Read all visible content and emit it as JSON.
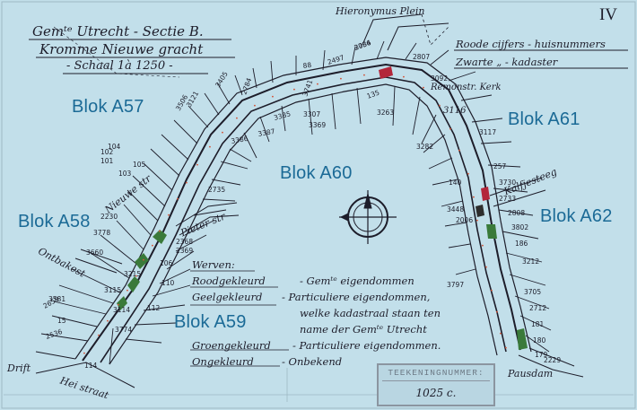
{
  "sheet_number": "IV",
  "title": {
    "line1": "Gemᵗᵉ Utrecht - Sectie B.",
    "line2": "Kromme Nieuwe gracht",
    "line3": "- Schaal 1à 1250 -"
  },
  "legend_top": {
    "red": "Roode cijfers - huisnummers",
    "black": "Zwarte  „  - kadaster"
  },
  "streets": {
    "hieronymus": "Hieronymus Plein",
    "pieter": "Pieter str",
    "ontbakes": "Ontbakest",
    "drift": "Drift",
    "hei": "Hei straat",
    "nieuw": "Nieuwe str",
    "paus": "Pausdam",
    "kalfje": "Kalfjesteeg",
    "remonstr": "Remonstr. Kerk",
    "kerk_no": "3116"
  },
  "blocks": [
    "Blok A57",
    "Blok A58",
    "Blok A59",
    "Blok A60",
    "Blok A61",
    "Blok A62"
  ],
  "werven": {
    "heading": "Werven:",
    "items": [
      {
        "color_label": "Roodgekleurd",
        "text": "- Gemᵗᵉ eigendommen"
      },
      {
        "color_label": "Geelgekleurd",
        "text": "- Particuliere eigendommen,"
      },
      {
        "color_label": "",
        "text": "welke kadastraal staan ten"
      },
      {
        "color_label": "",
        "text": "name der Gemᵗᵉ Utrecht"
      },
      {
        "color_label": "Groengekleurd",
        "text": "- Particuliere eigendommen."
      },
      {
        "color_label": "Ongekleurd",
        "text": "- Onbekend"
      }
    ]
  },
  "stamp": {
    "label": "TEEKENINGNUMMER:",
    "number": "1025 c."
  },
  "parcels": [
    "2736",
    "2497",
    "88",
    "2807",
    "3092",
    "3405",
    "2784",
    "3741",
    "135",
    "3263",
    "3385",
    "3307",
    "3386",
    "3387",
    "3369",
    "3282",
    "3117",
    "2735",
    "140",
    "3448",
    "2006",
    "257",
    "3730",
    "2733",
    "2808",
    "3802",
    "186",
    "3212",
    "3705",
    "2712",
    "181",
    "180",
    "179",
    "2229",
    "3797",
    "3778",
    "3660",
    "3115",
    "3114",
    "3774",
    "3581",
    "2659",
    "15",
    "2536",
    "114",
    "2230",
    "103",
    "101",
    "102",
    "104",
    "105",
    "106",
    "110",
    "112",
    "2368",
    "2369",
    "3215",
    "3506",
    "3121",
    "3084"
  ],
  "colors": {
    "background": "#c2dfea",
    "ink": "#1d1d2a",
    "red_ink": "#d3573c",
    "block_text": "#1b6a96",
    "green": "#3a7a3a",
    "red_fill": "#b3263a"
  }
}
